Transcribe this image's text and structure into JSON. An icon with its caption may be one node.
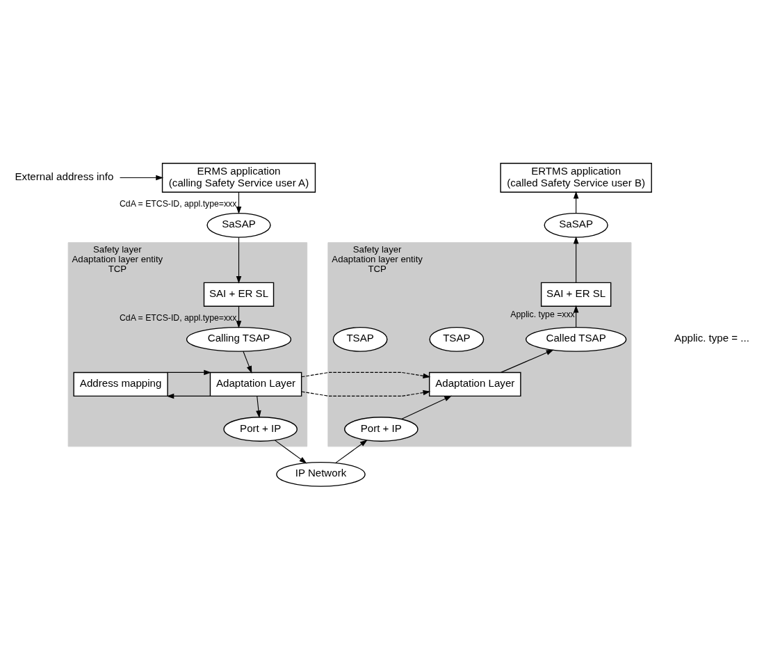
{
  "diagram": {
    "nodes": [
      {
        "text": [
          "External address info"
        ]
      },
      {
        "text": [
          "ERMS application",
          "(calling Safety Service user A)"
        ]
      },
      {
        "text": [
          "ERTMS application",
          "(called Safety Service user B)"
        ]
      },
      {
        "text": [
          "Safety layer",
          "Adaptation layer entity",
          "TCP"
        ]
      },
      {
        "text": [
          "SaSAP"
        ]
      },
      {
        "text": [
          "SAI + ER SL"
        ],
        "in": 3
      },
      {
        "text": [
          "Calling TSAP"
        ],
        "in": 3
      },
      {
        "text": [
          "Address mapping"
        ],
        "in": 3
      },
      {
        "text": [
          "Adaptation Layer"
        ],
        "in": 3
      },
      {
        "text": [
          "Port + IP"
        ],
        "in": 3
      },
      {
        "text": [
          "Safety layer",
          "Adaptation layer entity",
          "TCP"
        ]
      },
      {
        "text": [
          "SaSAP"
        ]
      },
      {
        "text": [
          "SAI + ER SL"
        ],
        "in": 10
      },
      {
        "text": [
          "TSAP"
        ],
        "in": 10
      },
      {
        "text": [
          "Called TSAP"
        ],
        "in": 10
      },
      {
        "text": [
          "TSAP"
        ],
        "in": 10
      },
      {
        "text": [
          "Adaptation Layer"
        ],
        "in": 10
      },
      {
        "text": [
          "Port + IP"
        ],
        "in": 10
      },
      {
        "text": [
          "IP Network"
        ]
      }
    ],
    "edges": [
      {
        "from": 0,
        "to": 1,
        "arrow": "to"
      },
      {
        "from": 1,
        "to": 4,
        "arrow": "to",
        "label": "CdA = ETCS-ID, appl.type=xxx"
      },
      {
        "from": 4,
        "to": 5,
        "arrow": "to"
      },
      {
        "from": 5,
        "to": 6,
        "arrow": "to",
        "label": "CdA = ETCS-ID, appl.type=xxx"
      },
      {
        "from": 6,
        "to": 8,
        "arrow": "to"
      },
      {
        "from": 8,
        "to": 7,
        "arrow": "to"
      },
      {
        "from": 7,
        "to": 8,
        "arrow": "to"
      },
      {
        "from": 8,
        "to": 16,
        "arrow": "to",
        "style": "dashed"
      },
      {
        "from": 8,
        "to": 9,
        "arrow": "to"
      },
      {
        "from": 9,
        "to": 18,
        "arrow": "to"
      },
      {
        "from": 18,
        "to": 17,
        "arrow": "to"
      },
      {
        "from": 17,
        "to": 16,
        "arrow": "to"
      },
      {
        "from": 16,
        "to": 14,
        "arrow": "to"
      },
      {
        "from": 14,
        "to": 12,
        "arrow": "to",
        "label": "Applic. type =xxx"
      },
      {
        "from": 12,
        "to": 11,
        "arrow": "to"
      },
      {
        "from": 11,
        "to": 2,
        "arrow": "to"
      }
    ],
    "labels": [
      "Applic. type = ..."
    ]
  }
}
